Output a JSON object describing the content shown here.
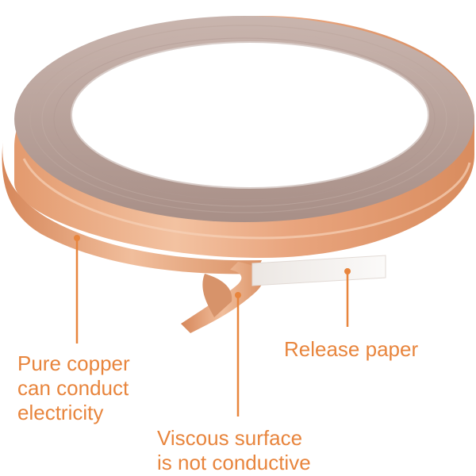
{
  "callouts": {
    "copper": {
      "lines": [
        "Pure copper",
        "can conduct",
        "electricity"
      ]
    },
    "release": {
      "lines": [
        "Release paper"
      ]
    },
    "viscous": {
      "lines": [
        "Viscous surface",
        "is not conductive"
      ]
    }
  },
  "colors": {
    "callout": "#E8853D",
    "copper": "#E9A57E",
    "adhesive_side": "#B8A29B",
    "release_paper": "#F7F4F1",
    "background": "#FFFFFF"
  }
}
